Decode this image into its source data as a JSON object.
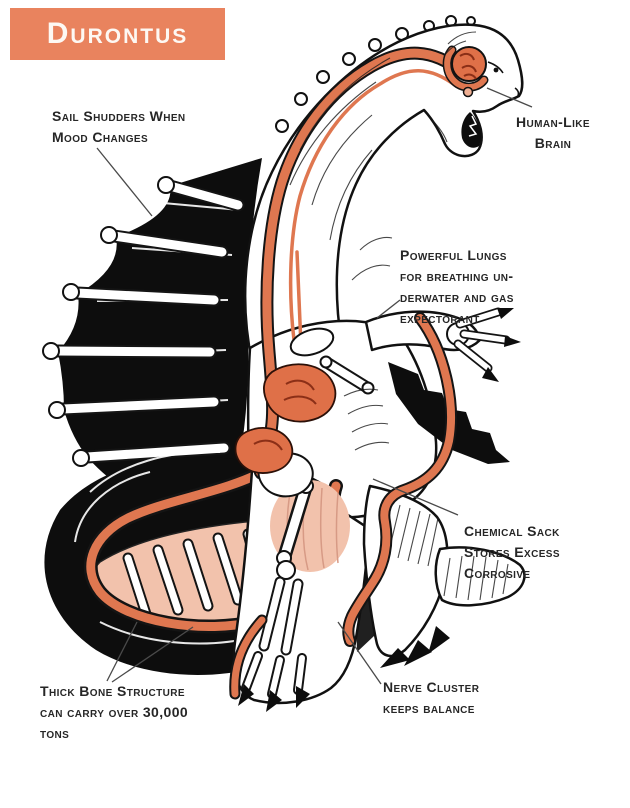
{
  "title": {
    "text": "Durontus"
  },
  "colors": {
    "accent_orange": "#E9835E",
    "band_orange": "#DF7750",
    "organ_orange": "#DF7048",
    "muscle_pink": "#F2C2AC",
    "ink": "#0d0d0d",
    "label_text": "#262626",
    "background": "#ffffff"
  },
  "labels": {
    "sail": {
      "lines": [
        "Sail Shudders When",
        "Mood Changes"
      ]
    },
    "brain": {
      "lines": [
        "Human-Like",
        "Brain"
      ]
    },
    "lungs": {
      "lines": [
        "Powerful Lungs",
        "for breathing un-",
        "derwater and gas",
        "expectorant"
      ]
    },
    "chemical_sack": {
      "lines": [
        "Chemical Sack",
        "Stores Excess",
        "Corrosive"
      ]
    },
    "nerve": {
      "lines": [
        "Nerve Cluster",
        "keeps balance"
      ]
    },
    "bone": {
      "lines": [
        "Thick Bone Structure",
        "can carry over 30,000",
        "tons"
      ]
    }
  }
}
